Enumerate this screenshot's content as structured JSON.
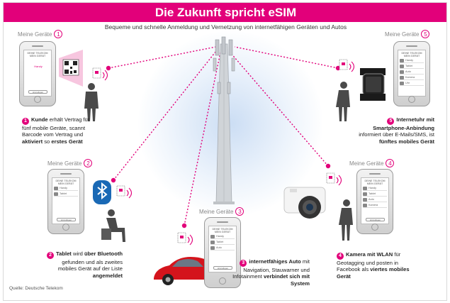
{
  "title": "Die Zukunft spricht eSIM",
  "subtitle": "Bequeme und schnelle Anmeldung und Vernetzung von internetfähigen Geräten und Autos",
  "device_list_label": "Meine Geräte",
  "source": "Quelle: Deutsche Telekom",
  "colors": {
    "accent": "#e2007a",
    "glow": "#bad2f0",
    "text": "#222222"
  },
  "steps": [
    {
      "num": "1",
      "parts": [
        {
          "t": "Kunde",
          "b": true
        },
        {
          "t": " erhält Vertrag für fünf mobile Geräte, scannt Barcode vom Vertrag und ",
          "b": false
        },
        {
          "t": "aktiviert",
          "b": true
        },
        {
          "t": " so ",
          "b": false
        },
        {
          "t": "erstes Gerät",
          "b": true
        }
      ]
    },
    {
      "num": "2",
      "parts": [
        {
          "t": "Tablet",
          "b": true
        },
        {
          "t": " wird ",
          "b": false
        },
        {
          "t": "über Bluetooth",
          "b": true
        },
        {
          "t": " gefunden und als zweites mobiles Gerät auf der Liste ",
          "b": false
        },
        {
          "t": "angemeldet",
          "b": true
        }
      ]
    },
    {
      "num": "3",
      "parts": [
        {
          "t": "internetfähiges Auto",
          "b": true
        },
        {
          "t": " mit Navigation, Stauwarner und Infotainment ",
          "b": false
        },
        {
          "t": "verbindet sich mit System",
          "b": true
        }
      ]
    },
    {
      "num": "4",
      "parts": [
        {
          "t": "Kamera mit WLAN",
          "b": true
        },
        {
          "t": " für Geotagging und posten in Facebook als ",
          "b": false
        },
        {
          "t": "viertes mobiles Gerät",
          "b": true
        }
      ]
    },
    {
      "num": "5",
      "parts": [
        {
          "t": "Internetuhr mit Smartphone-Anbindung",
          "b": true
        },
        {
          "t": " informiert über E-Mails/SMS, ist ",
          "b": false
        },
        {
          "t": "fünftes mobiles Gerät",
          "b": true
        }
      ]
    }
  ],
  "phone_screen": {
    "header": "DEINE TELEKOM MEIN GERÄT",
    "button": "Hinzufügen",
    "items": [
      "Handy",
      "Tablet",
      "Auto",
      "Kamera",
      "Uhr"
    ]
  },
  "icons": [
    "cell-tower-icon",
    "bluetooth-icon",
    "qr-code-icon",
    "sim-card-icon",
    "signal-waves-icon",
    "smartwatch-icon",
    "camera-icon",
    "car-icon",
    "person-icon"
  ]
}
